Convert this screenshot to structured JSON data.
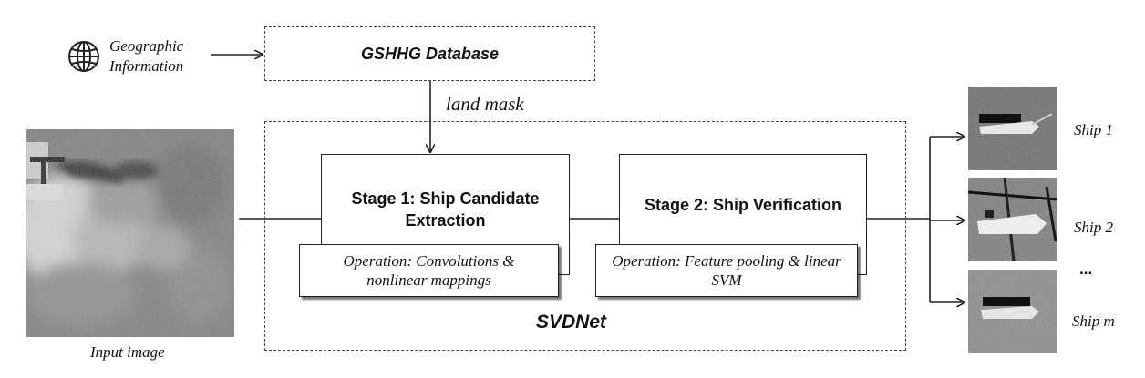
{
  "geographic": {
    "label": "Geographic Information",
    "icon": "globe-icon"
  },
  "database": {
    "label": "GSHHG Database"
  },
  "land_mask": {
    "label": "land mask"
  },
  "stage1": {
    "title": "Stage 1: Ship Candidate Extraction",
    "operation": "Operation: Convolutions & nonlinear mappings"
  },
  "stage2": {
    "title": "Stage 2: Ship Verification",
    "operation": "Operation: Feature pooling & linear SVM"
  },
  "network": {
    "label": "SVDNet"
  },
  "input": {
    "caption": "Input image"
  },
  "outputs": {
    "ships": [
      "Ship 1",
      "Ship 2",
      "Ship m"
    ],
    "ellipsis": "..."
  }
}
